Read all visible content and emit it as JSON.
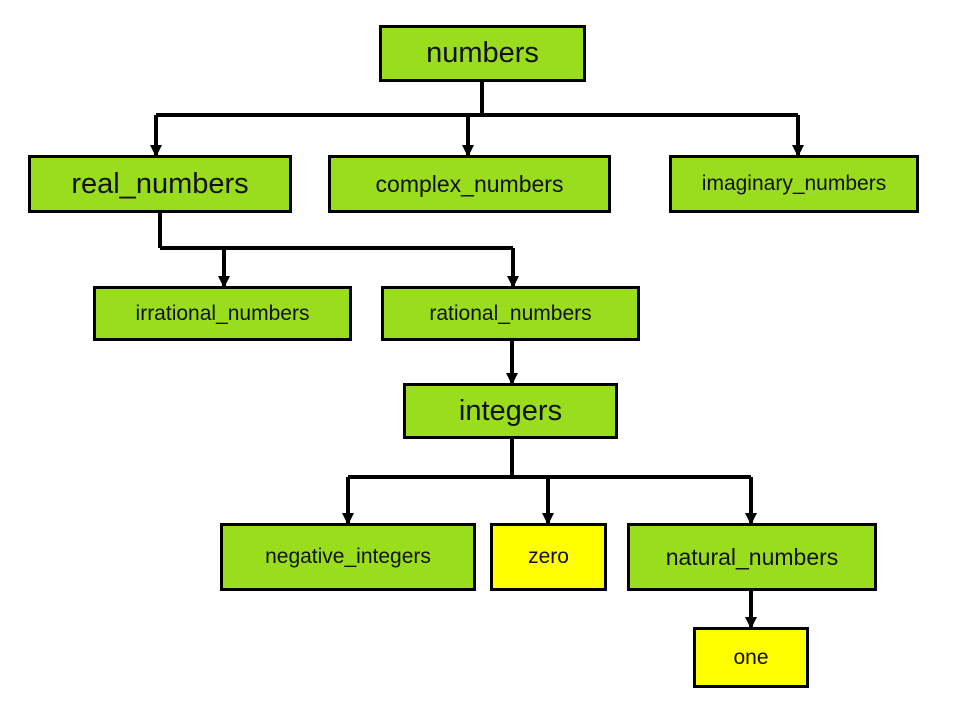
{
  "colors": {
    "parent_fill": "#99dd1c",
    "leaf_fill": "#ffff00",
    "border": "#000000",
    "connector": "#000000"
  },
  "nodes": {
    "numbers": "numbers",
    "real_numbers": "real_numbers",
    "complex_numbers": "complex_numbers",
    "imaginary_numbers": "imaginary_numbers",
    "irrational_numbers": "irrational_numbers",
    "rational_numbers": "rational_numbers",
    "integers": "integers",
    "negative_integers": "negative_integers",
    "zero": "zero",
    "natural_numbers": "natural_numbers",
    "one": "one"
  },
  "edges": [
    [
      "numbers",
      "real_numbers"
    ],
    [
      "numbers",
      "complex_numbers"
    ],
    [
      "numbers",
      "imaginary_numbers"
    ],
    [
      "real_numbers",
      "irrational_numbers"
    ],
    [
      "real_numbers",
      "rational_numbers"
    ],
    [
      "rational_numbers",
      "integers"
    ],
    [
      "integers",
      "negative_integers"
    ],
    [
      "integers",
      "zero"
    ],
    [
      "integers",
      "natural_numbers"
    ],
    [
      "natural_numbers",
      "one"
    ]
  ]
}
